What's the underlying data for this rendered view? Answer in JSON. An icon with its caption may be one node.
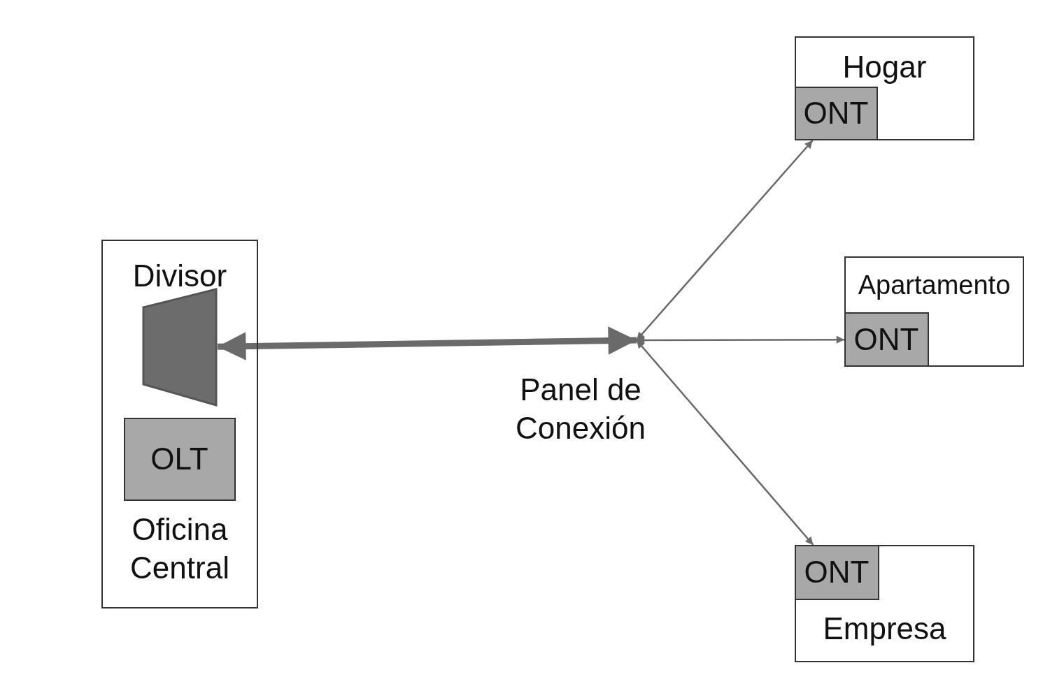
{
  "diagram": {
    "nodes": [
      {
        "text": [
          "Divisor",
          "Oficina Central"
        ]
      },
      {
        "text": [],
        "shape": "trapezoid",
        "in": 0
      },
      {
        "text": [
          "OLT"
        ],
        "in": 0
      },
      {
        "text": [
          "Panel de Conexión"
        ]
      },
      {
        "text": [
          "Hogar"
        ]
      },
      {
        "text": [
          "ONT"
        ],
        "in": 4
      },
      {
        "text": [
          "Apartamento"
        ]
      },
      {
        "text": [
          "ONT"
        ],
        "in": 6
      },
      {
        "text": [
          "Empresa"
        ]
      },
      {
        "text": [
          "ONT"
        ],
        "in": 8
      }
    ],
    "edges": [
      {
        "from": 1,
        "to": 3,
        "arrow": "both",
        "style": "thick"
      },
      {
        "from": 3,
        "to": 5,
        "arrow": "both"
      },
      {
        "from": 3,
        "to": 7,
        "arrow": "both"
      },
      {
        "from": 3,
        "to": 9,
        "arrow": "both"
      }
    ]
  }
}
